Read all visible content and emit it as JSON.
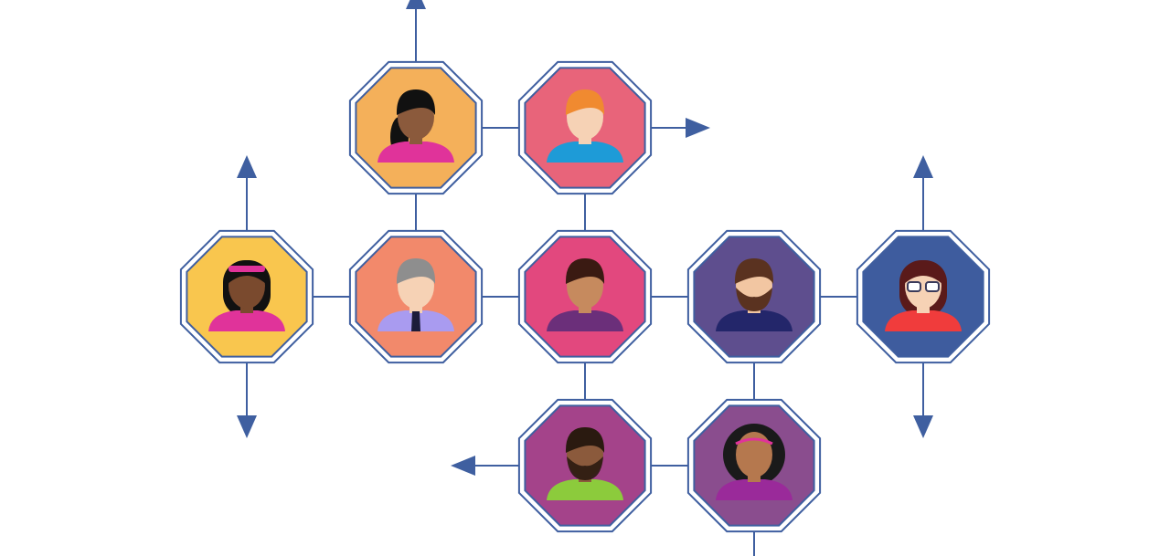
{
  "line_color": "#3F5FA0",
  "nodes": [
    {
      "id": "n1",
      "row": 0,
      "col": 1,
      "bg": "#F4B05A",
      "skin": "#8B5A3C",
      "hair": "#111111",
      "shirt": "#E0339A",
      "hair_style": "ponytail"
    },
    {
      "id": "n2",
      "row": 0,
      "col": 2,
      "bg": "#E8647A",
      "skin": "#F6D2B5",
      "hair": "#F08A30",
      "shirt": "#1E9BD7",
      "hair_style": "short"
    },
    {
      "id": "n3",
      "row": 1,
      "col": 0,
      "bg": "#F9C64E",
      "skin": "#7A4A2E",
      "hair": "#111111",
      "shirt": "#E0339A",
      "hair_style": "long-band"
    },
    {
      "id": "n4",
      "row": 1,
      "col": 1,
      "bg": "#F2896B",
      "skin": "#F6D2B5",
      "hair": "#8E8E8E",
      "shirt": "#A99BF0",
      "hair_style": "short"
    },
    {
      "id": "n5",
      "row": 1,
      "col": 2,
      "bg": "#E2487E",
      "skin": "#C68A5E",
      "hair": "#3A1A12",
      "shirt": "#6B2F7A",
      "hair_style": "bob"
    },
    {
      "id": "n6",
      "row": 1,
      "col": 3,
      "bg": "#5E4E8E",
      "skin": "#F2C6A2",
      "hair": "#5A3220",
      "shirt": "#23266A",
      "hair_style": "beard"
    },
    {
      "id": "n7",
      "row": 1,
      "col": 4,
      "bg": "#3E5C9E",
      "skin": "#F6D2B5",
      "hair": "#5A1A1A",
      "shirt": "#F03C3C",
      "hair_style": "long-glasses"
    },
    {
      "id": "n8",
      "row": 2,
      "col": 2,
      "bg": "#A4438A",
      "skin": "#8B5A3C",
      "hair": "#2A1A10",
      "shirt": "#8CCB3C",
      "hair_style": "short-beard"
    },
    {
      "id": "n9",
      "row": 2,
      "col": 3,
      "bg": "#8A4D8E",
      "skin": "#B5784E",
      "hair": "#1A1A1A",
      "shirt": "#9A2A9A",
      "hair_style": "afro"
    }
  ],
  "edges": [
    [
      "n1",
      "n2"
    ],
    [
      "n1",
      "n4"
    ],
    [
      "n2",
      "n5"
    ],
    [
      "n3",
      "n4"
    ],
    [
      "n4",
      "n5"
    ],
    [
      "n5",
      "n6"
    ],
    [
      "n6",
      "n7"
    ],
    [
      "n5",
      "n8"
    ],
    [
      "n6",
      "n9"
    ],
    [
      "n8",
      "n9"
    ]
  ],
  "arrows": [
    {
      "from": "n1",
      "dir": "up"
    },
    {
      "from": "n2",
      "dir": "right"
    },
    {
      "from": "n3",
      "dir": "up"
    },
    {
      "from": "n3",
      "dir": "down"
    },
    {
      "from": "n7",
      "dir": "up"
    },
    {
      "from": "n7",
      "dir": "down"
    },
    {
      "from": "n8",
      "dir": "left"
    },
    {
      "from": "n9",
      "dir": "down-open"
    }
  ]
}
